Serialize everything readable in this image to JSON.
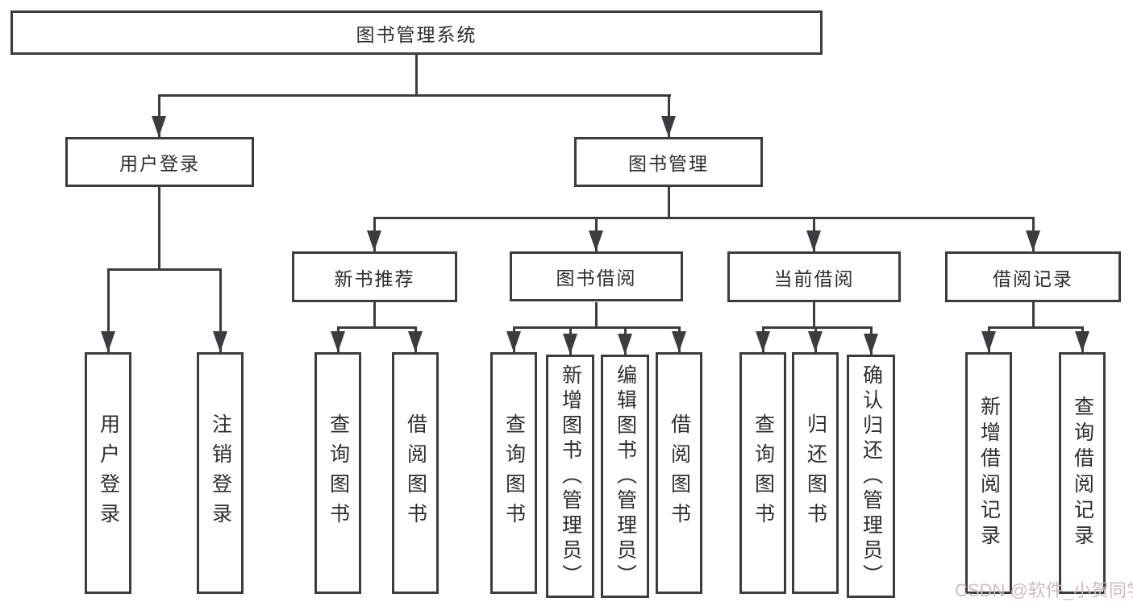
{
  "nodes": {
    "root": "图书管理系统",
    "user_login": "用户登录",
    "book_mgmt": "图书管理",
    "new_book_rec": "新书推荐",
    "book_borrow": "图书借阅",
    "current_borrow": "当前借阅",
    "borrow_record": "借阅记录",
    "leaf_user_login": "用户登录",
    "leaf_logout": "注销登录",
    "leaf_query_book_rec": "查询图书",
    "leaf_borrow_book_rec": "借阅图书",
    "leaf_query_book_borrow": "查询图书",
    "leaf_add_book": "新增图书（管理员）",
    "leaf_edit_book": "编辑图书（管理员）",
    "leaf_borrow_book_borrow": "借阅图书",
    "leaf_query_book_current": "查询图书",
    "leaf_return_book": "归还图书",
    "leaf_confirm_return": "确认归还（管理员）",
    "leaf_add_record": "新增借阅记录",
    "leaf_query_record": "查询借阅记录"
  },
  "watermark": "CSDN @软件_小贺同学",
  "colors": {
    "line": "#3a3c3f",
    "text": "#2b2d30",
    "background": "#ffffff",
    "watermark": "#ccbdbd"
  }
}
